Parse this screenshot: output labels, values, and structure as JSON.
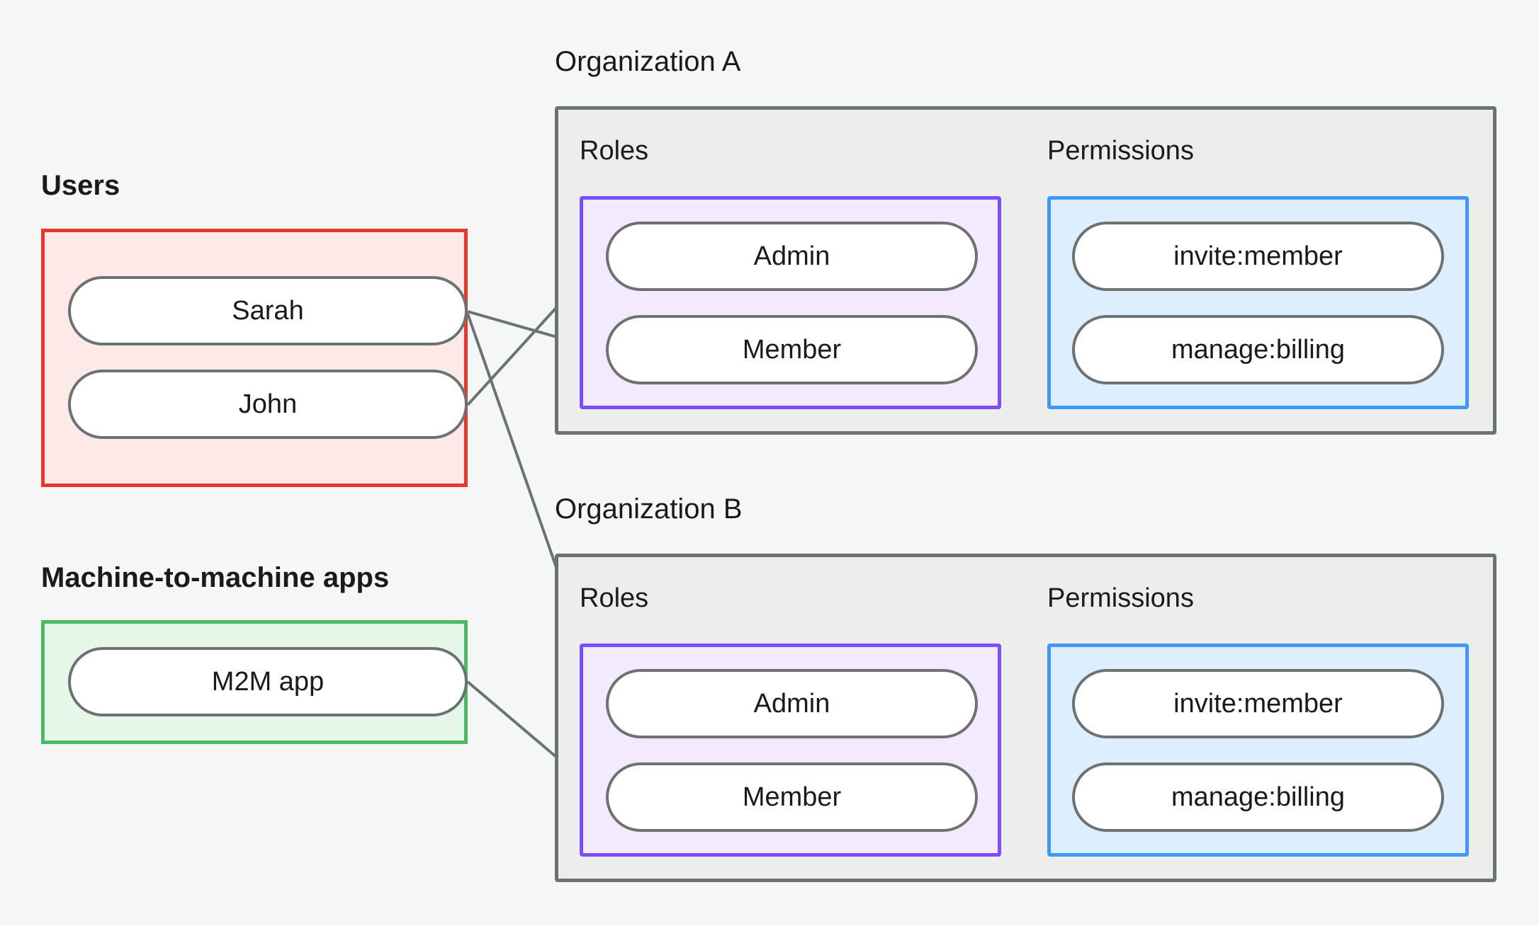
{
  "diagram": {
    "title_hidden": "",
    "colors": {
      "background": "#f5f7f6",
      "users_border": "#e8382b",
      "users_fill": "#fdeae8",
      "m2m_border": "#4cb963",
      "m2m_fill": "#e6f7e9",
      "org_border": "#6b7271",
      "org_fill": "#ededec",
      "roles_border": "#7c4dff",
      "roles_fill": "#f3eafd",
      "perms_border": "#3f97f6",
      "perms_fill": "#ddeeff",
      "node_border": "#6b7271",
      "node_fill": "#ffffff",
      "edge": "#6b7271",
      "text": "#1a1a1a"
    }
  },
  "users_section": {
    "label": "Users",
    "nodes": [
      {
        "id": "sarah",
        "label": "Sarah"
      },
      {
        "id": "john",
        "label": "John"
      }
    ]
  },
  "m2m_section": {
    "label": "Machine-to-machine apps",
    "nodes": [
      {
        "id": "m2m-app",
        "label": "M2M app"
      }
    ]
  },
  "organizations": [
    {
      "id": "org-a",
      "title": "Organization A",
      "roles_label": "Roles",
      "permissions_label": "Permissions",
      "roles": [
        {
          "id": "orga-admin",
          "label": "Admin"
        },
        {
          "id": "orga-member",
          "label": "Member"
        }
      ],
      "permissions": [
        {
          "id": "orga-invite",
          "label": "invite:member"
        },
        {
          "id": "orga-billing",
          "label": "manage:billing"
        }
      ]
    },
    {
      "id": "org-b",
      "title": "Organization B",
      "roles_label": "Roles",
      "permissions_label": "Permissions",
      "roles": [
        {
          "id": "orgb-admin",
          "label": "Admin"
        },
        {
          "id": "orgb-member",
          "label": "Member"
        }
      ],
      "permissions": [
        {
          "id": "orgb-invite",
          "label": "invite:member"
        },
        {
          "id": "orgb-billing",
          "label": "manage:billing"
        }
      ]
    }
  ],
  "edges": [
    {
      "from": "sarah",
      "to": "orga-member",
      "label": ""
    },
    {
      "from": "sarah",
      "to": "orgb-admin",
      "label": ""
    },
    {
      "from": "john",
      "to": "orga-admin",
      "label": ""
    },
    {
      "from": "m2m-app",
      "to": "orgb-member",
      "label": ""
    },
    {
      "from": "orga-admin",
      "to": "orga-invite",
      "label": ""
    },
    {
      "from": "orga-admin",
      "to": "orga-billing",
      "label": ""
    },
    {
      "from": "orga-member",
      "to": "orga-billing",
      "label": ""
    },
    {
      "from": "orgb-admin",
      "to": "orgb-invite",
      "label": ""
    },
    {
      "from": "orgb-admin",
      "to": "orgb-billing",
      "label": ""
    },
    {
      "from": "orgb-member",
      "to": "orgb-billing",
      "label": ""
    }
  ]
}
